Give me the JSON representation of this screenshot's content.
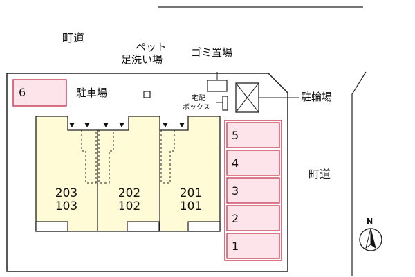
{
  "labels": {
    "road_top": "町道",
    "road_right": "町道",
    "pet_wash_line1": "ペット",
    "pet_wash_line2": "足洗い場",
    "garbage": "ゴミ置場",
    "parking": "駐車場",
    "parcel_box_line1": "宅配",
    "parcel_box_line2": "ボックス",
    "bicycle_parking": "駐輪場",
    "compass_north": "N"
  },
  "units": [
    {
      "upper": "203",
      "lower": "103"
    },
    {
      "upper": "202",
      "lower": "102"
    },
    {
      "upper": "201",
      "lower": "101"
    }
  ],
  "parking_slots": [
    "6",
    "5",
    "4",
    "3",
    "2",
    "1"
  ],
  "colors": {
    "building_fill": "#fffbd6",
    "parking_fill": "#fde3ea",
    "parking_stroke": "#c8465e",
    "line": "#222222"
  }
}
